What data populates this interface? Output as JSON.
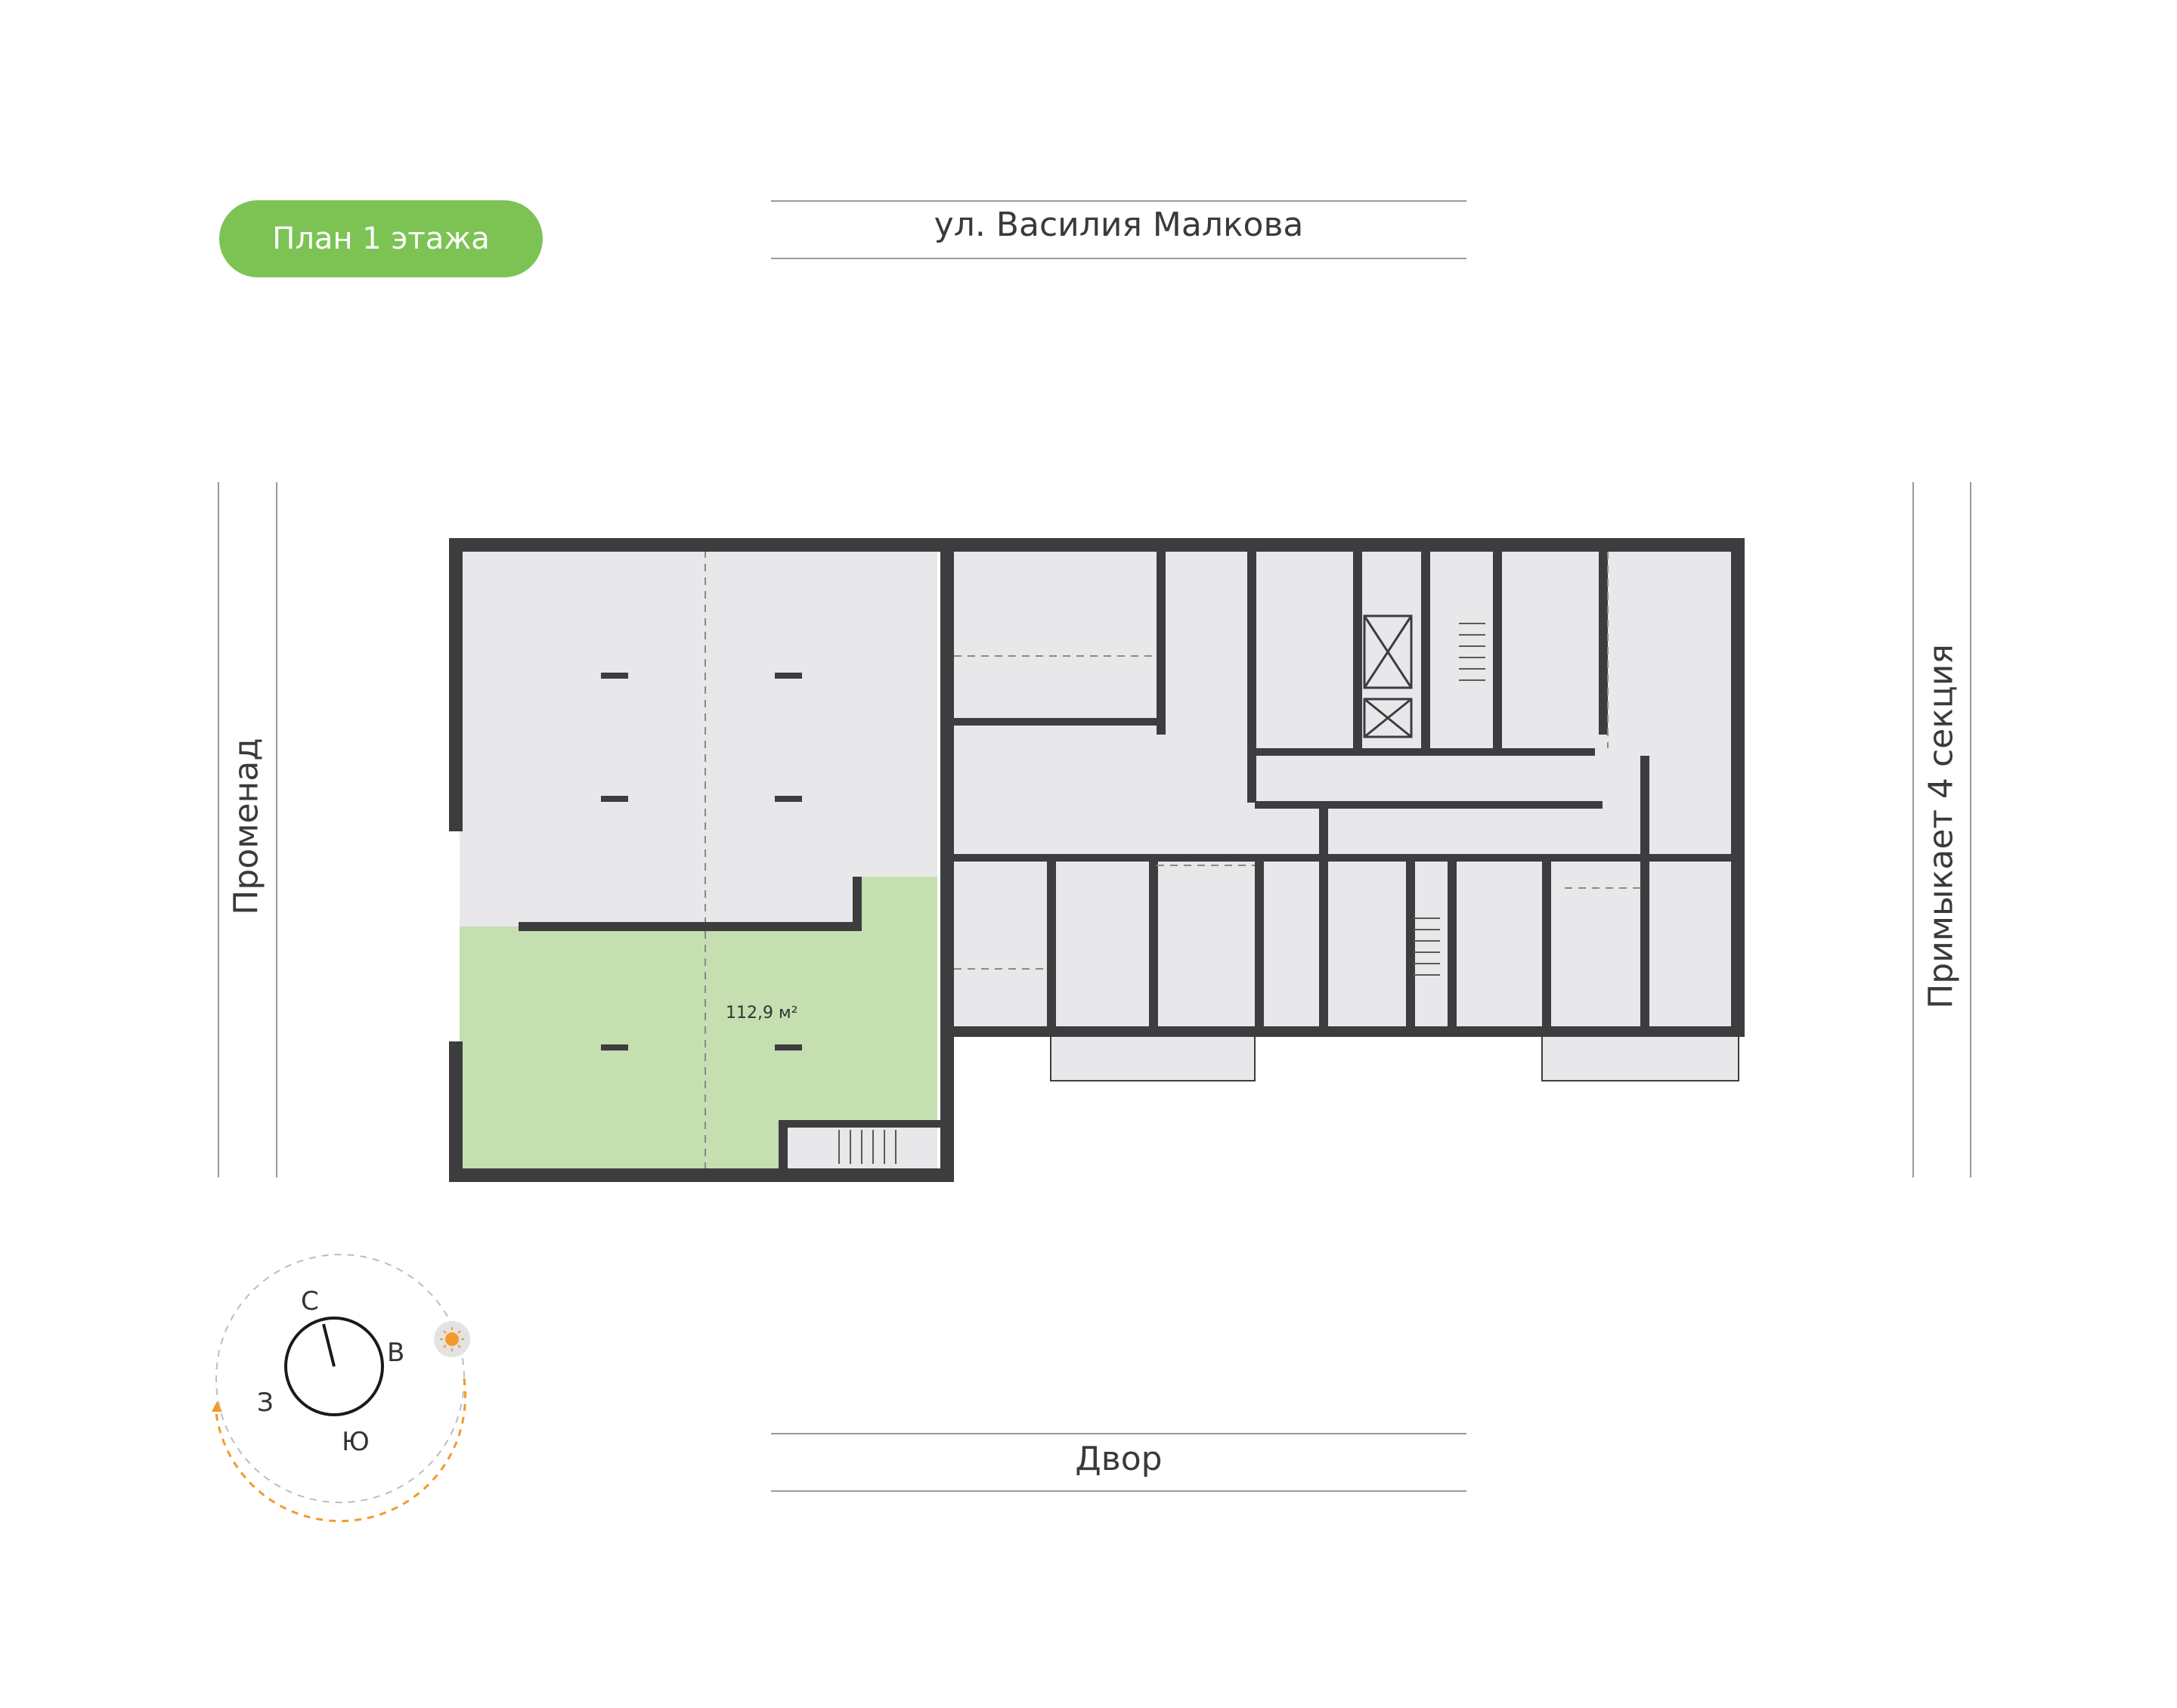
{
  "plan_title": "План 1 этажа",
  "streets": {
    "top": "ул. Василия Малкова",
    "bottom": "Двор",
    "left": "Промenад",
    "right": "Примыкает 4 секция"
  },
  "selected_unit": {
    "area": "112,9 м²"
  },
  "compass": {
    "north": "С",
    "east": "В",
    "south": "Ю",
    "west": "З",
    "sun_icon": "sun-icon"
  },
  "colors": {
    "accent": "#7cc354",
    "selected_fill": "#c5dfb0",
    "room_fill": "#e8e8ea",
    "wall": "#3d3d3f",
    "sun_path": "#f39a2c"
  }
}
